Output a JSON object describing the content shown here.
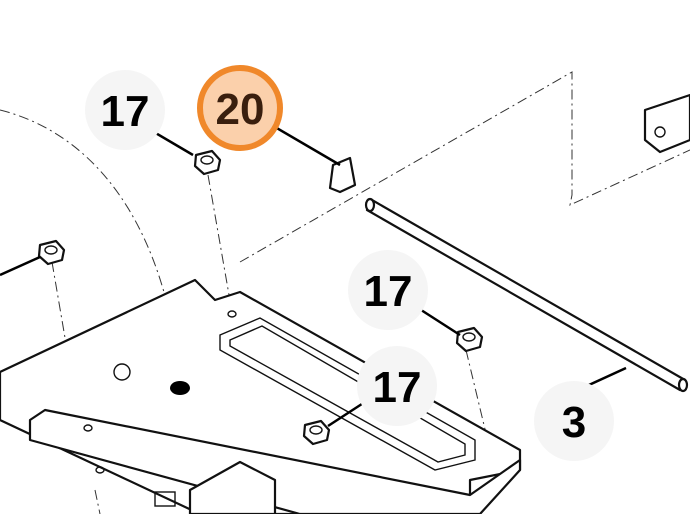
{
  "callouts": [
    {
      "id": "a",
      "label": "17",
      "highlighted": false
    },
    {
      "id": "b",
      "label": "20",
      "highlighted": true
    },
    {
      "id": "c",
      "label": "17",
      "highlighted": false
    },
    {
      "id": "d",
      "label": "17",
      "highlighted": false
    },
    {
      "id": "e",
      "label": "3",
      "highlighted": false
    }
  ],
  "colors": {
    "highlight_ring": "#f0882a",
    "highlight_fill": "#fbd0ab",
    "highlight_text": "#3a1f0e",
    "callout_bg": "#f5f5f5"
  }
}
